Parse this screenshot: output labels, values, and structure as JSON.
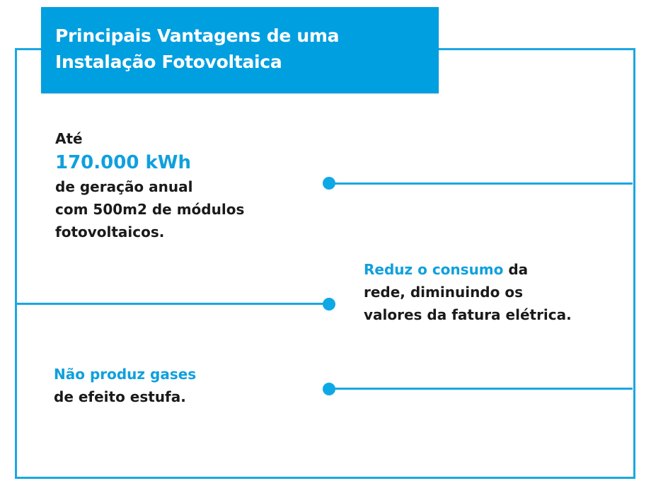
{
  "title": {
    "line1": "Principais Vantagens de uma",
    "line2": "Instalação Fotovoltaica"
  },
  "items": [
    {
      "prefix": "Até",
      "highlight": "170.000 kWh",
      "lines": [
        "de geração anual",
        "com 500m2 de módulos",
        "fotovoltaicos."
      ]
    },
    {
      "highlight": "Reduz o consumo",
      "after_highlight": " da",
      "lines": [
        "rede, diminuindo os",
        "valores da fatura elétrica."
      ]
    },
    {
      "highlight": "Não produz gases",
      "lines": [
        "de efeito estufa."
      ]
    }
  ],
  "colors": {
    "accent": "#009fe0",
    "text": "#1a1a1a",
    "background": "#ffffff"
  }
}
